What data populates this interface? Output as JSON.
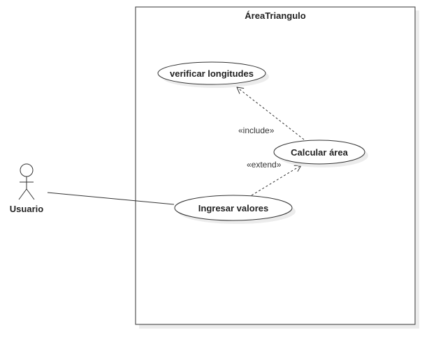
{
  "system": {
    "title": "ÁreaTriangulo"
  },
  "actor": {
    "label": "Usuario"
  },
  "use_cases": {
    "verify": "verificar longitudes",
    "calculate": "Calcular área",
    "input": "Ingresar valores"
  },
  "relations": {
    "include": "«include»",
    "extend": "«extend»"
  }
}
